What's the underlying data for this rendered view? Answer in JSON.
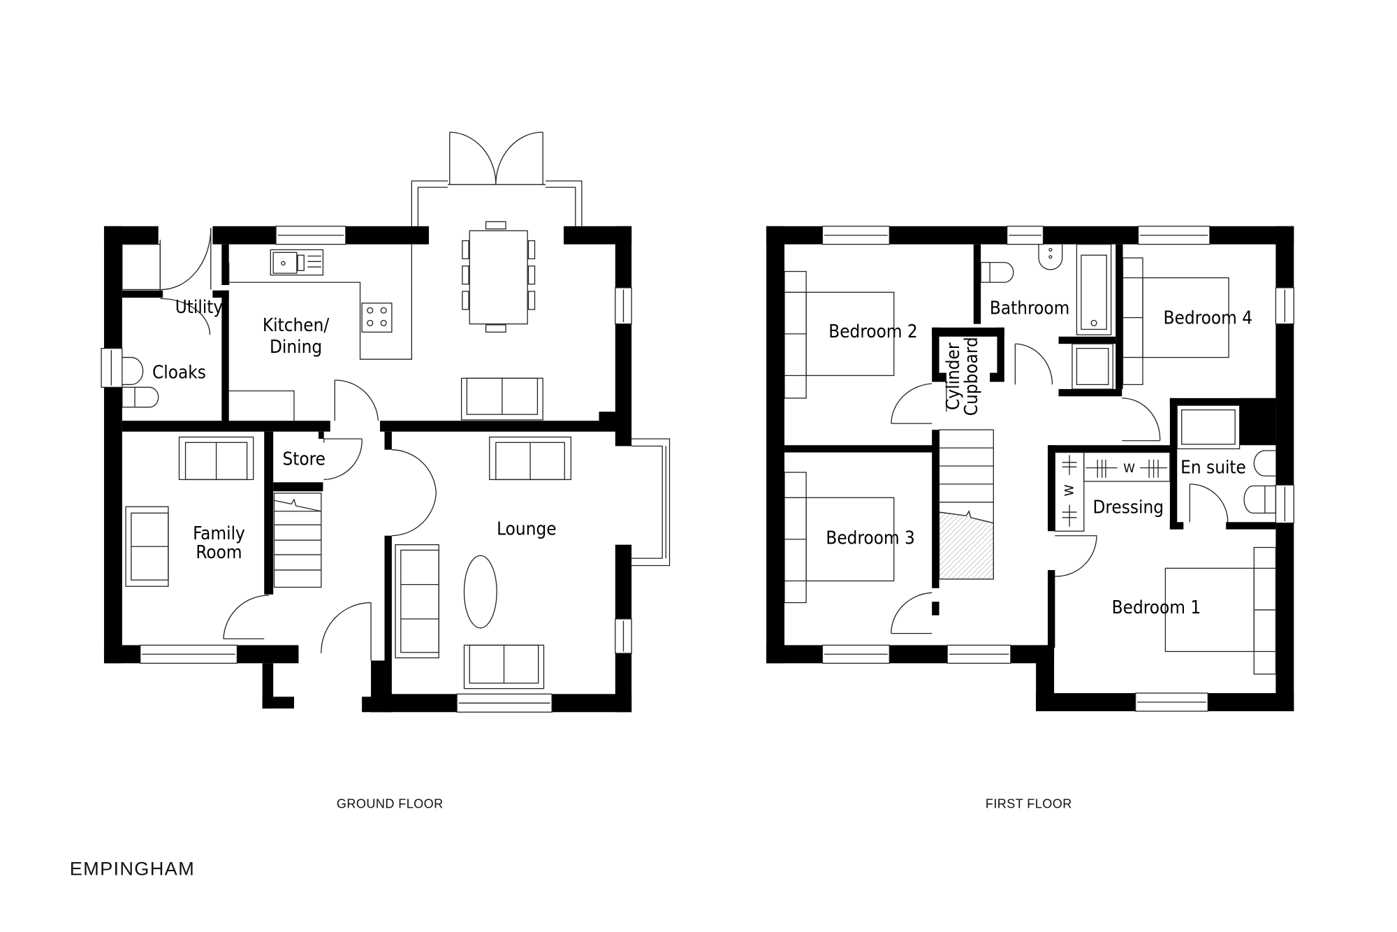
{
  "title": "EMPINGHAM",
  "floors": [
    {
      "label": "GROUND FLOOR",
      "rooms": [
        {
          "name": "Utility"
        },
        {
          "name": "Kitchen/"
        },
        {
          "name": "Dining"
        },
        {
          "name": "Cloaks"
        },
        {
          "name": "Store"
        },
        {
          "name": "Family"
        },
        {
          "name": "Room"
        },
        {
          "name": "Lounge"
        }
      ]
    },
    {
      "label": "FIRST FLOOR",
      "rooms": [
        {
          "name": "Bedroom 2"
        },
        {
          "name": "Bathroom"
        },
        {
          "name": "Bedroom 4"
        },
        {
          "name": "Cylinder"
        },
        {
          "name": "Cupboard"
        },
        {
          "name": "En suite"
        },
        {
          "name": "Dressing"
        },
        {
          "name": "Bedroom 3"
        },
        {
          "name": "Bedroom 1"
        }
      ],
      "wardrobe_marks": [
        "W",
        "W"
      ]
    }
  ],
  "colors": {
    "wall": "#000000",
    "line": "#222222",
    "background": "#ffffff"
  }
}
